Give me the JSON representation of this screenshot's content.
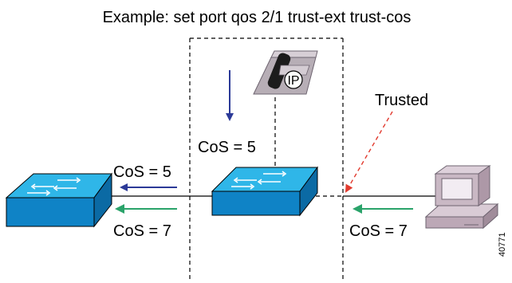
{
  "title": "Example: set port qos 2/1 trust-ext trust-cos",
  "labels": {
    "phone_cos": "CoS = 5",
    "left_upper_cos": "CoS = 5",
    "left_lower_cos": "CoS = 7",
    "right_pc_cos": "CoS = 7",
    "trusted": "Trusted",
    "figure_id": "40771"
  },
  "devices": {
    "phone_badge": "IP"
  },
  "colors": {
    "switch_top": "#2fb6e8",
    "switch_side": "#0f83c6",
    "arrow_blue": "#2c3a98",
    "arrow_green": "#2aa36a",
    "arrow_red": "#e23a2e",
    "phone_body": "#b7aeb6",
    "pc_body": "#c9b8c4",
    "pc_screen": "#f2ecf2"
  },
  "icons": [
    "switch-icon",
    "ip-phone-icon",
    "pc-icon"
  ]
}
